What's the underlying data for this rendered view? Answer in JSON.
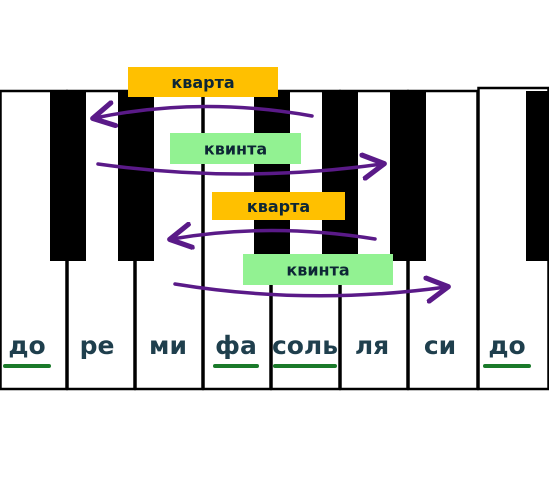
{
  "notes": [
    {
      "label": "до",
      "underlined": true
    },
    {
      "label": "ре",
      "underlined": false
    },
    {
      "label": "ми",
      "underlined": false
    },
    {
      "label": "фа",
      "underlined": true
    },
    {
      "label": "соль",
      "underlined": true
    },
    {
      "label": "ля",
      "underlined": false
    },
    {
      "label": "си",
      "underlined": false
    },
    {
      "label": "до",
      "underlined": true
    }
  ],
  "intervals": [
    {
      "label": "кварта",
      "color": "#ffc000",
      "direction": "left"
    },
    {
      "label": "квинта",
      "color": "#92f292",
      "direction": "right"
    },
    {
      "label": "кварта",
      "color": "#ffc000",
      "direction": "left"
    },
    {
      "label": "квинта",
      "color": "#92f292",
      "direction": "right"
    }
  ],
  "colors": {
    "arrow": "#5a1a88",
    "underline": "#1a7a2a",
    "note_text": "#1f3f4d",
    "black_key": "#000000",
    "white_key": "#ffffff",
    "key_border": "#000000"
  }
}
